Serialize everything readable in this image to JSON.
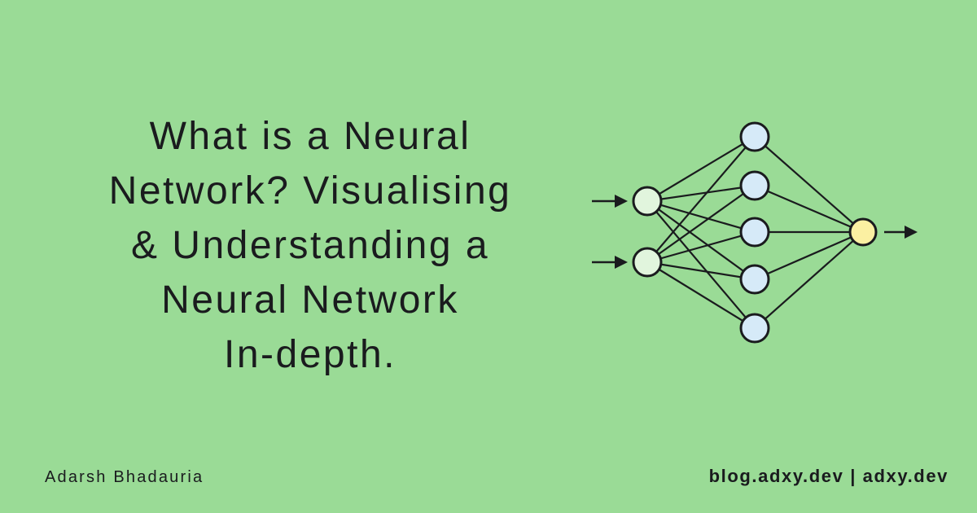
{
  "card": {
    "title": {
      "text": "What is a Neural Network? Visualising & Understanding a Neural Network In-depth.",
      "lines": [
        "What is a Neural",
        "Network? Visualising",
        "& Understanding a",
        "Neural Network",
        "In-depth."
      ]
    },
    "footer": {
      "author": "Adarsh Bhadauria",
      "links": "blog.adxy.dev | adxy.dev"
    }
  },
  "colors": {
    "bg": "#9adb96",
    "ink": "#1a1b1e",
    "node-input": "#e1f5dd",
    "node-hidden": "#d6eaf8",
    "node-output": "#fbf0a2"
  },
  "diagram": {
    "type": "neural-network",
    "description": "Feed-forward neural network diagram: two input arrows into 2 light-green input nodes, fully connected to 5 light-blue hidden nodes, all connected to 1 yellow output node with an output arrow",
    "layers": [
      {
        "name": "input",
        "nodes": 2,
        "fill": "#e1f5dd"
      },
      {
        "name": "hidden",
        "nodes": 5,
        "fill": "#d6eaf8"
      },
      {
        "name": "output",
        "nodes": 1,
        "fill": "#fbf0a2"
      }
    ],
    "icons": [
      "arrow-right-icon"
    ]
  }
}
